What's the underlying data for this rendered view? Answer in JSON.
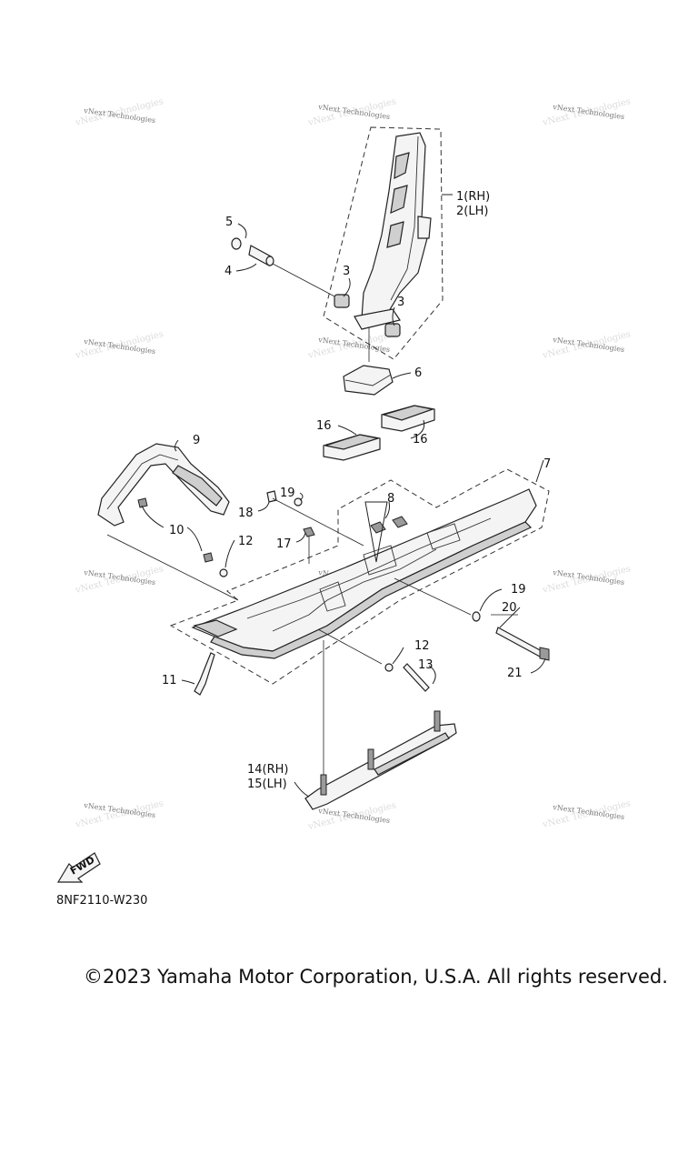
{
  "diagram": {
    "drawing_code": "8NF2110-W230",
    "fwd_label": "FWD",
    "copyright": "©2023 Yamaha Motor Corporation, U.S.A. All rights reserved.",
    "watermark": "vNext Technologies",
    "callouts": {
      "c1": "1(RH)",
      "c2": "2(LH)",
      "c3a": "3",
      "c3b": "3",
      "c4": "4",
      "c5": "5",
      "c6": "6",
      "c7": "7",
      "c8": "8",
      "c9": "9",
      "c10": "10",
      "c11": "11",
      "c12a": "12",
      "c12b": "12",
      "c13": "13",
      "c14": "14(RH)",
      "c15": "15(LH)",
      "c16a": "16",
      "c16b": "16",
      "c17": "17",
      "c18": "18",
      "c19a": "19",
      "c19b": "19",
      "c20": "20",
      "c21": "21"
    }
  }
}
